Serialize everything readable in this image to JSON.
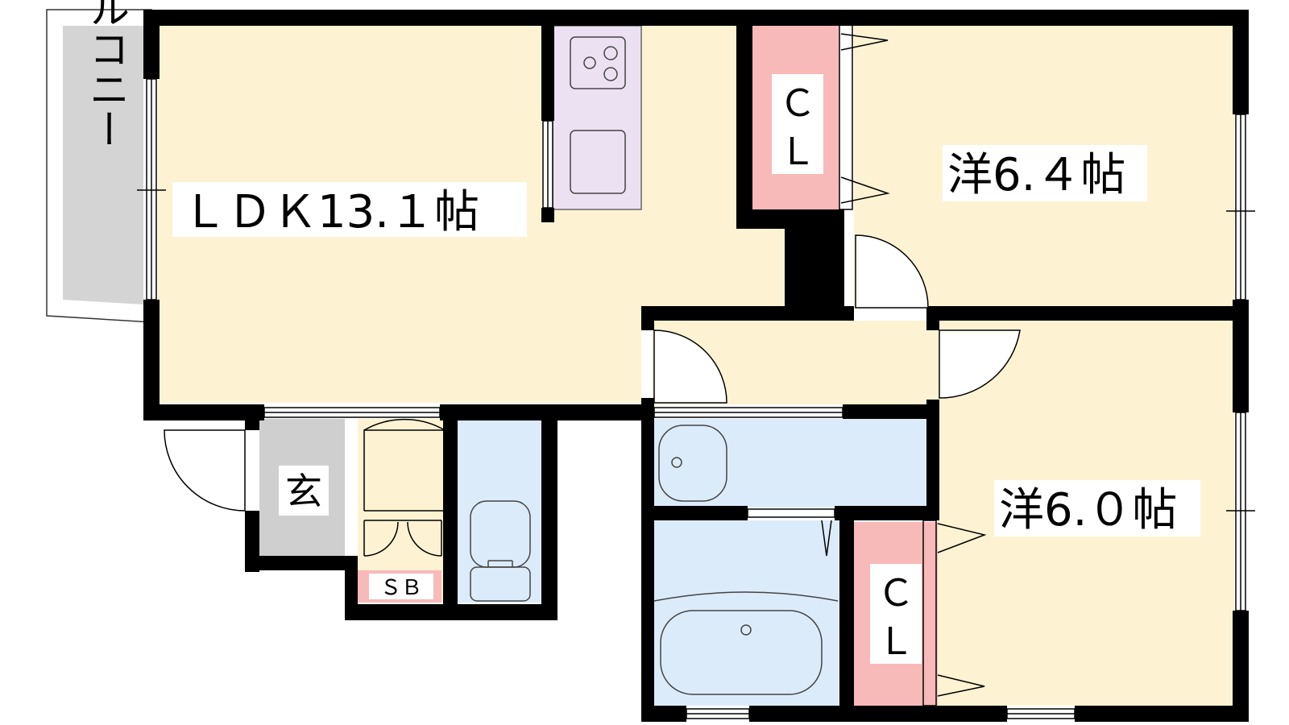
{
  "rooms": {
    "balcony": "バルコニー",
    "ldk": "ＬＤＫ13.１帖",
    "western_room_1": "洋6.４帖",
    "western_room_2": "洋6.０帖",
    "closet_1": "Ｃ\nＬ",
    "closet_2": "Ｃ\nＬ",
    "entrance": "玄",
    "shoe_box": "ＳＢ"
  },
  "colors": {
    "wall": "#000000",
    "living_floor": "#fdf3d3",
    "closet": "#f8b9b9",
    "kitchen": "#ece1f3",
    "wet_area": "#dcebfa",
    "entrance": "#cfcfcf",
    "balcony": "#d4d4d4",
    "background": "#ffffff"
  }
}
